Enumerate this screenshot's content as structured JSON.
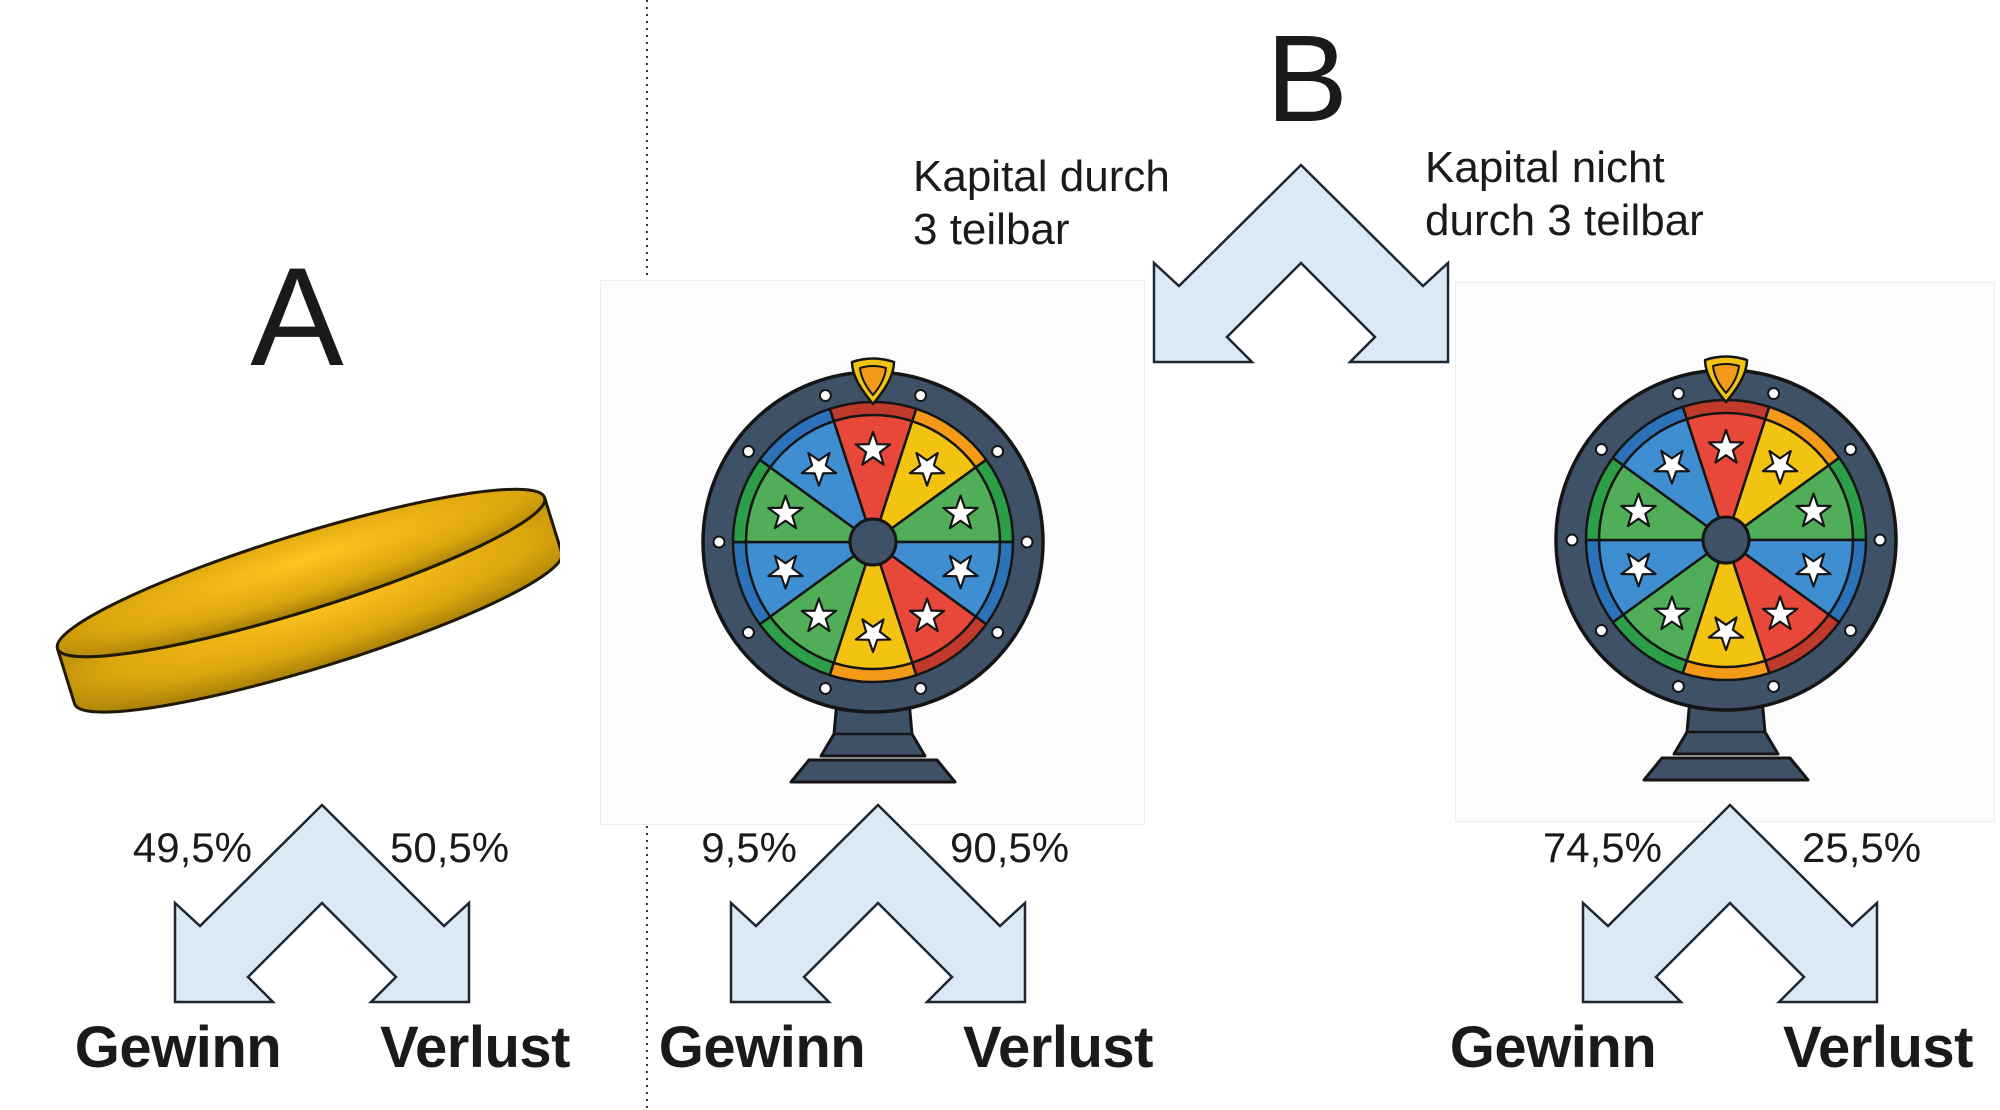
{
  "sections": {
    "a": {
      "label": "A"
    },
    "b": {
      "label": "B",
      "left_branch_line1": "Kapital durch",
      "left_branch_line2": "3 teilbar",
      "right_branch_line1": "Kapital nicht",
      "right_branch_line2": "durch 3 teilbar"
    }
  },
  "outcomes": {
    "coin": {
      "win_prob": "49,5%",
      "lose_prob": "50,5%",
      "win_label": "Gewinn",
      "lose_label": "Verlust"
    },
    "wheel_divisible": {
      "win_prob": "9,5%",
      "lose_prob": "90,5%",
      "win_label": "Gewinn",
      "lose_label": "Verlust"
    },
    "wheel_not_divisible": {
      "win_prob": "74,5%",
      "lose_prob": "25,5%",
      "win_label": "Gewinn",
      "lose_label": "Verlust"
    }
  },
  "colors": {
    "text": "#1a1a1a",
    "divider": "#333333",
    "arrow_fill": "#dbe8f6",
    "arrow_stroke": "#1b2733",
    "coin_bright": "#ffc41f",
    "coin_mid": "#dda60e",
    "coin_dark": "#8a6c06",
    "coin_outline": "#201a05",
    "wheel": {
      "rim": "#3e5166",
      "outline": "#151515",
      "sectors": [
        "#e8483a",
        "#f2c310",
        "#4fae57",
        "#3f8ed2",
        "#e8483a",
        "#f2c310",
        "#4fae57",
        "#3f8ed2",
        "#4fae57",
        "#3f8ed2"
      ],
      "bands": [
        "#c03a2b",
        "#f39b19",
        "#2d9e48",
        "#2b72ba",
        "#c03a2b",
        "#f39b19",
        "#2d9e48",
        "#2b72ba",
        "#2d9e48",
        "#2b72ba"
      ],
      "star": "#ffffff",
      "rivet": "#ffffff",
      "pointer_outer": "#f2c310",
      "pointer_inner": "#f39b19"
    }
  }
}
